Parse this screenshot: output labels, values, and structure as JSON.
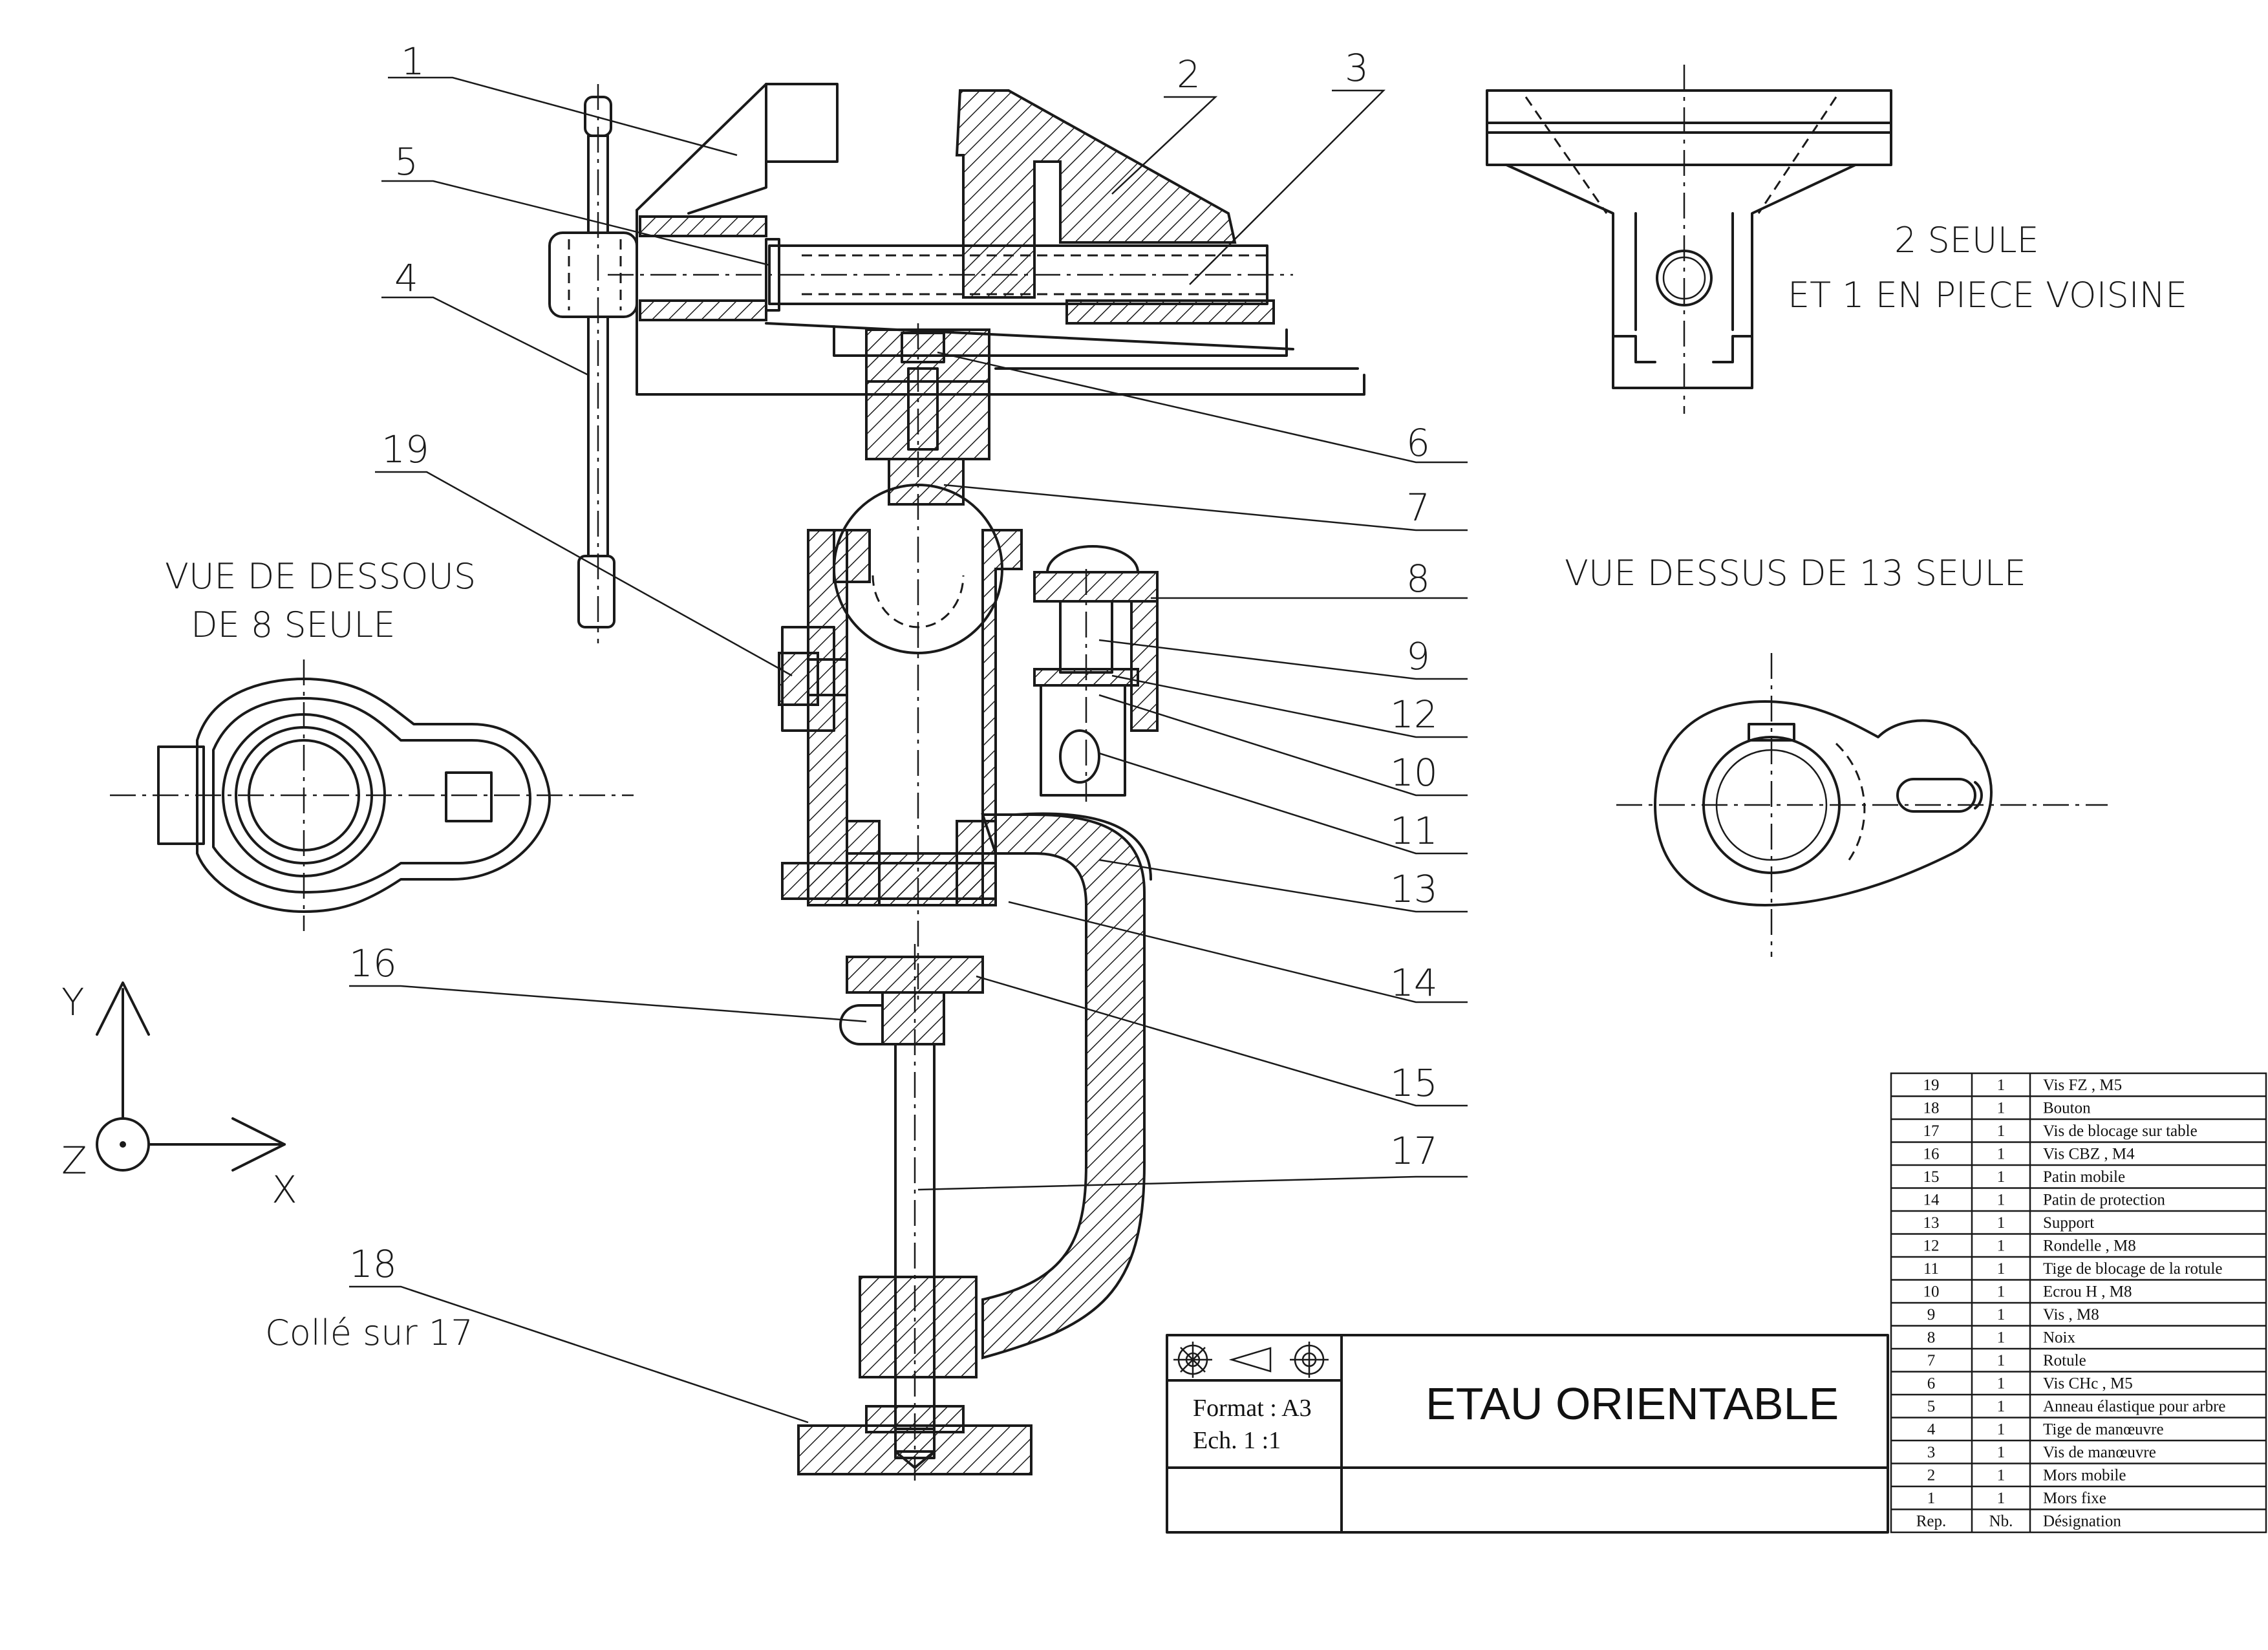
{
  "title_block": {
    "title": "ETAU ORIENTABLE",
    "format": "Format : A3",
    "scale": "Ech. 1 :1"
  },
  "notes": {
    "view_below_line1": "VUE DE DESSOUS",
    "view_below_line2": "DE 8 SEULE",
    "view_top_13": "VUE DESSUS DE 13 SEULE",
    "part2_line1": "2 SEULE",
    "part2_line2": "ET 1 EN PIECE VOISINE",
    "glued": "Collé sur 17"
  },
  "axes": {
    "y": "Y",
    "z": "Z",
    "x": "X"
  },
  "callouts": [
    "1",
    "2",
    "3",
    "4",
    "5",
    "6",
    "7",
    "8",
    "9",
    "12",
    "10",
    "11",
    "13",
    "14",
    "15",
    "16",
    "17",
    "18",
    "19"
  ],
  "bom": {
    "headers": {
      "rep": "Rep.",
      "nb": "Nb.",
      "designation": "Désignation"
    },
    "rows": [
      {
        "rep": "19",
        "nb": "1",
        "designation": "Vis FZ , M5"
      },
      {
        "rep": "18",
        "nb": "1",
        "designation": "Bouton"
      },
      {
        "rep": "17",
        "nb": "1",
        "designation": "Vis de blocage sur table"
      },
      {
        "rep": "16",
        "nb": "1",
        "designation": "Vis CBZ , M4"
      },
      {
        "rep": "15",
        "nb": "1",
        "designation": "Patin mobile"
      },
      {
        "rep": "14",
        "nb": "1",
        "designation": "Patin de protection"
      },
      {
        "rep": "13",
        "nb": "1",
        "designation": "Support"
      },
      {
        "rep": "12",
        "nb": "1",
        "designation": "Rondelle , M8"
      },
      {
        "rep": "11",
        "nb": "1",
        "designation": "Tige de blocage de la rotule"
      },
      {
        "rep": "10",
        "nb": "1",
        "designation": "Ecrou H , M8"
      },
      {
        "rep": "9",
        "nb": "1",
        "designation": "Vis , M8"
      },
      {
        "rep": "8",
        "nb": "1",
        "designation": "Noix"
      },
      {
        "rep": "7",
        "nb": "1",
        "designation": "Rotule"
      },
      {
        "rep": "6",
        "nb": "1",
        "designation": "Vis CHc , M5"
      },
      {
        "rep": "5",
        "nb": "1",
        "designation": "Anneau élastique pour arbre"
      },
      {
        "rep": "4",
        "nb": "1",
        "designation": "Tige de manœuvre"
      },
      {
        "rep": "3",
        "nb": "1",
        "designation": "Vis de manœuvre"
      },
      {
        "rep": "2",
        "nb": "1",
        "designation": "Mors mobile"
      },
      {
        "rep": "1",
        "nb": "1",
        "designation": "Mors fixe"
      }
    ]
  }
}
